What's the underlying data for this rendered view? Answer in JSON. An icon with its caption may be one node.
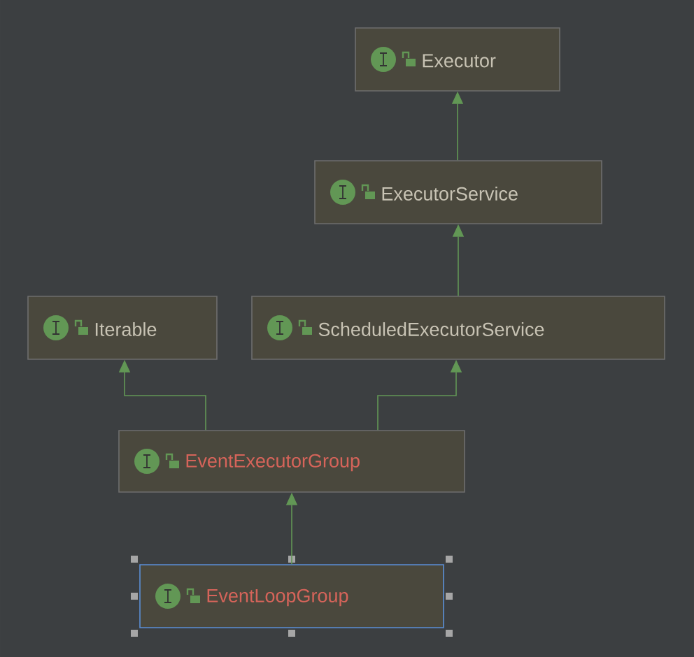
{
  "diagram": {
    "nodes": [
      {
        "text": [
          "Executor"
        ]
      },
      {
        "text": [
          "ExecutorService"
        ]
      },
      {
        "text": [
          "Iterable"
        ]
      },
      {
        "text": [
          "ScheduledExecutorService"
        ]
      },
      {
        "text": [
          "EventExecutorGroup"
        ]
      },
      {
        "text": [
          "EventLoopGroup"
        ]
      }
    ],
    "edges": [
      {
        "from": 1,
        "to": 0,
        "arrow": "to"
      },
      {
        "from": 3,
        "to": 1,
        "arrow": "to"
      },
      {
        "from": 4,
        "to": 2,
        "arrow": "to"
      },
      {
        "from": 4,
        "to": 3,
        "arrow": "to"
      },
      {
        "from": 5,
        "to": 4,
        "arrow": "to"
      }
    ]
  }
}
